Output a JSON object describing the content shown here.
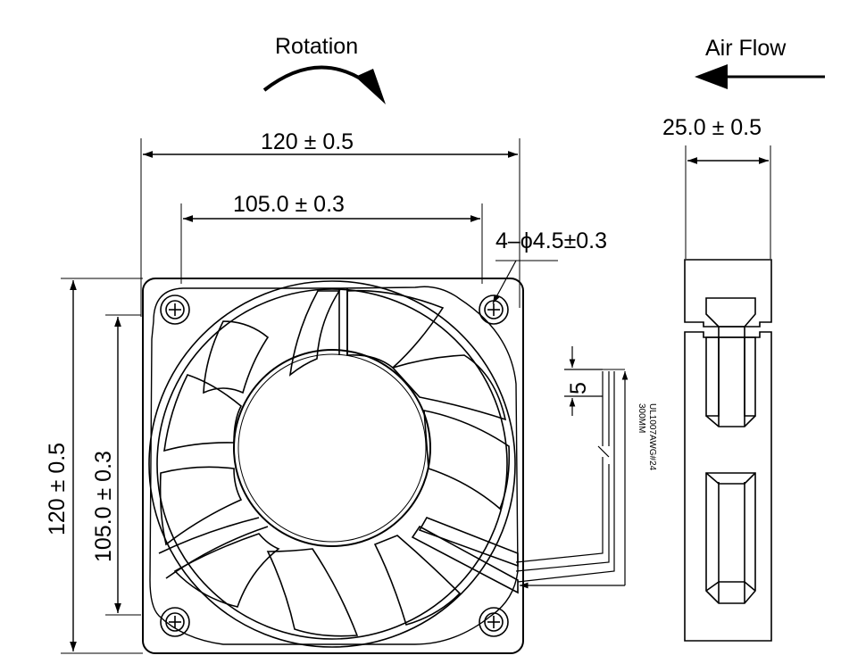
{
  "labels": {
    "rotation": "Rotation",
    "air_flow": "Air Flow",
    "width_outer": "120 ± 0.5",
    "width_holes": "105.0 ± 0.3",
    "height_outer": "120 ± 0.5",
    "height_holes": "105.0 ± 0.3",
    "depth": "25.0 ± 0.5",
    "mount_holes": "4–ϕ4.5±0.3",
    "lead_strip": "5",
    "wire_spec": "UL1007AWG#24",
    "wire_length": "300MM"
  },
  "colors": {
    "line": "#000000",
    "background": "#ffffff"
  }
}
